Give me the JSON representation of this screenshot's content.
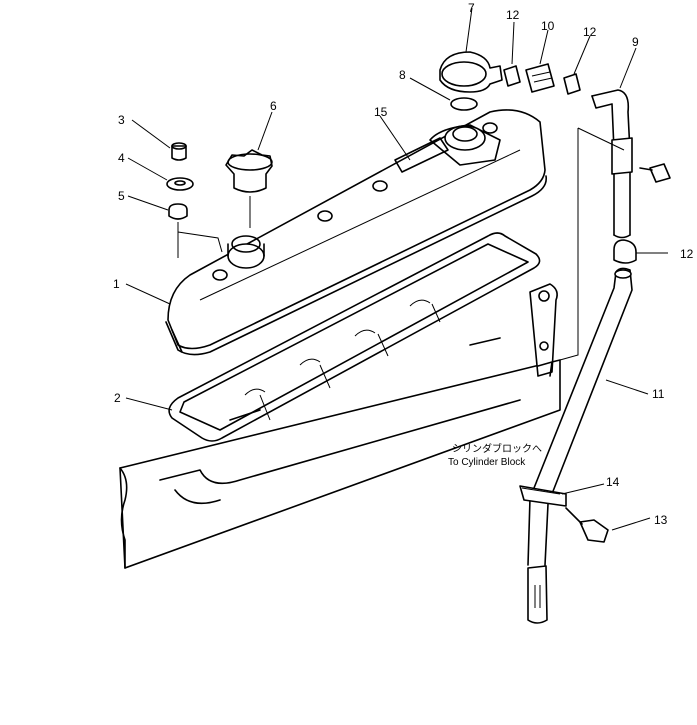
{
  "callouts": {
    "c1": "1",
    "c2": "2",
    "c3": "3",
    "c4": "4",
    "c5": "5",
    "c6": "6",
    "c7": "7",
    "c8": "8",
    "c9": "9",
    "c10": "10",
    "c11": "11",
    "c12a": "12",
    "c12b": "12",
    "c12c": "12",
    "c13": "13",
    "c14": "14",
    "c15": "15"
  },
  "note": {
    "jp": "シリンダブロックへ",
    "en": "To Cylinder Block"
  }
}
